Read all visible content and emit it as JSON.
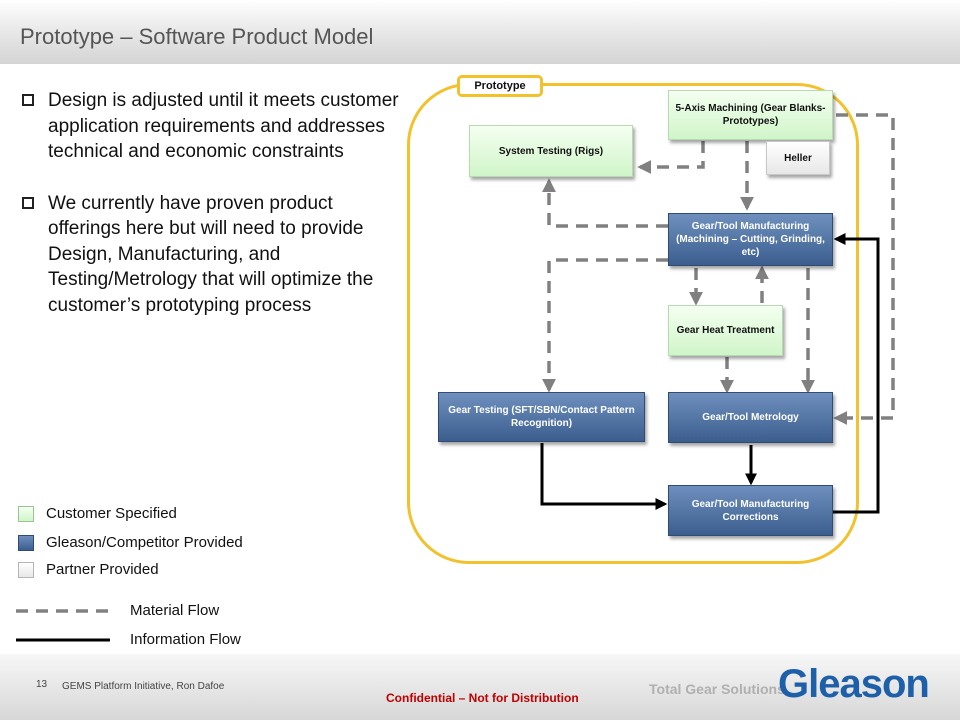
{
  "slide": {
    "title": "Prototype – Software Product Model"
  },
  "bullets": [
    "Design is adjusted until it meets customer application requirements and addresses technical and economic constraints",
    "We currently have proven product offerings here but will need to provide  Design, Manufacturing, and Testing/Metrology that will optimize the customer’s prototyping process"
  ],
  "diagram": {
    "frame_label": "Prototype",
    "nodes": {
      "five_axis": "5-Axis Machining (Gear Blanks- Prototypes)",
      "heller": "Heller",
      "system_testing": "System Testing (Rigs)",
      "gear_tool_mfg": "Gear/Tool Manufacturing (Machining – Cutting, Grinding, etc)",
      "heat_treatment": "Gear Heat Treatment",
      "gear_testing": "Gear Testing (SFT/SBN/Contact Pattern Recognition)",
      "metrology": "Gear/Tool Metrology",
      "corrections": "Gear/Tool Manufacturing Corrections"
    },
    "colors": {
      "frame": "#f2c12e",
      "customer": "#d0f5c9",
      "gleason": "#3b5e8f",
      "partner": "#e7e7e7",
      "material_flow": "#808080",
      "information_flow": "#000000"
    }
  },
  "legend": {
    "customer": "Customer Specified",
    "gleason": "Gleason/Competitor Provided",
    "partner": "Partner Provided",
    "material_flow": "Material Flow",
    "information_flow": "Information Flow"
  },
  "footer": {
    "slide_number": "13",
    "note": "GEMS Platform Initiative,  Ron Dafoe",
    "confidential": "Confidential  – Not for Distribution",
    "tagline": "Total Gear Solutions",
    "brand": "Gleason"
  }
}
